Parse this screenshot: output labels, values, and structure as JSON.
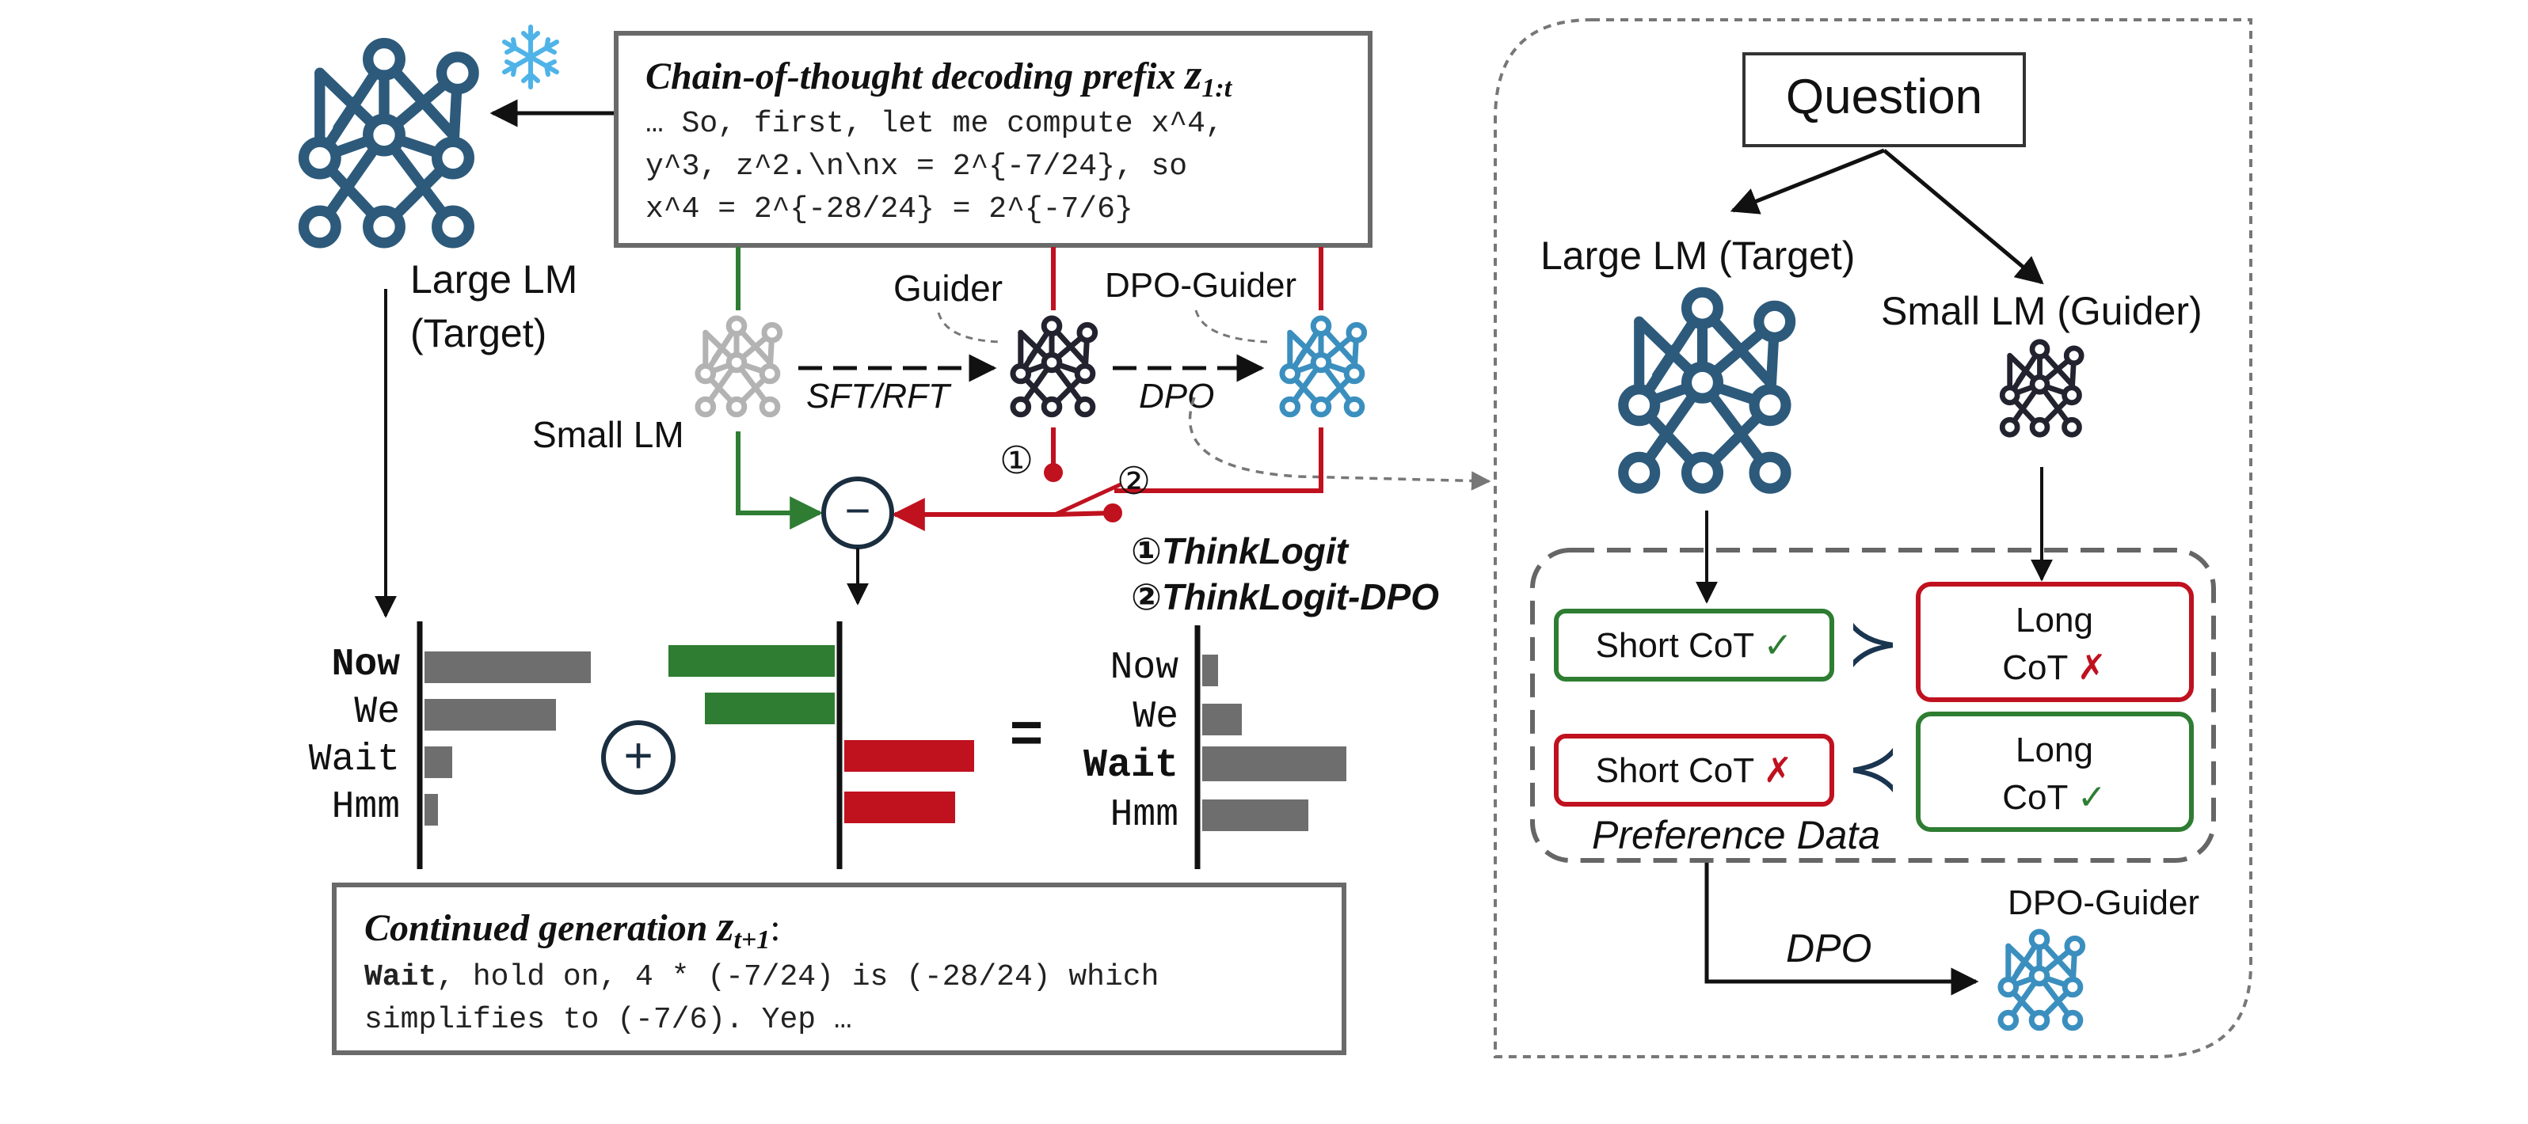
{
  "colors": {
    "navy": "#2d5a7b",
    "blue": "#3b8fbf",
    "dark": "#23232f",
    "gray_net": "#b3b3b3",
    "green": "#2e7d32",
    "red": "#c0111f",
    "bar_gray": "#6e6e6e",
    "box_gray": "#6a6a6a",
    "dash_gray": "#777777"
  },
  "icons": {
    "frozen": "snowflake-icon",
    "network": "neural-network-icon",
    "check": "check-mark-icon",
    "cross": "cross-mark-icon",
    "prefer": "preference-curly-icon"
  },
  "prefix_box": {
    "title": "Chain-of-thought decoding prefix ",
    "title_var": "z",
    "title_sub": "1:t",
    "lines": [
      "… So, first, let me compute x^4,",
      "y^3, z^2.\\n\\nx = 2^{-7/24}, so",
      "x^4 = 2^{-28/24} = 2^{-7/6}"
    ]
  },
  "labels": {
    "large_lm_line1": "Large LM",
    "large_lm_line2": "(Target)",
    "small_lm": "Small LM",
    "guider": "Guider",
    "dpo_guider": "DPO-Guider",
    "sft_rft": "SFT/RFT",
    "dpo": "DPO",
    "circle_1": "①",
    "circle_2": "②",
    "minus": "−",
    "plus": "+",
    "equals": "=",
    "method_1": "①ThinkLogit",
    "method_2": "②ThinkLogit-DPO"
  },
  "logits": {
    "tokens_left": [
      "Now",
      "We",
      "Wait",
      "Hmm"
    ],
    "tokens_right": [
      "Now",
      "We",
      "Wait",
      "Hmm"
    ],
    "bold_left": "Now",
    "bold_right": "Wait"
  },
  "continued_box": {
    "title": "Continued generation ",
    "title_var": "z",
    "title_sub": "t+1",
    "title_end": ":",
    "line1_bold": "Wait",
    "line1_rest": ", hold on, 4 * (-7/24) is (-28/24) which",
    "line2": "simplifies to (-7/6). Yep …"
  },
  "right_panel": {
    "question": "Question",
    "large_lm": "Large LM (Target)",
    "small_lm": "Small LM (Guider)",
    "short_cot_good": "Short CoT",
    "long_cot_bad_line1": "Long",
    "long_cot_bad_line2": "CoT",
    "short_cot_bad": "Short CoT",
    "long_cot_good_line1": "Long",
    "long_cot_good_line2": "CoT",
    "check": "✓",
    "cross": "✗",
    "prefer_left": "≻",
    "prefer_right": "≺",
    "preference_data": "Preference Data",
    "dpo": "DPO",
    "dpo_guider": "DPO-Guider"
  }
}
